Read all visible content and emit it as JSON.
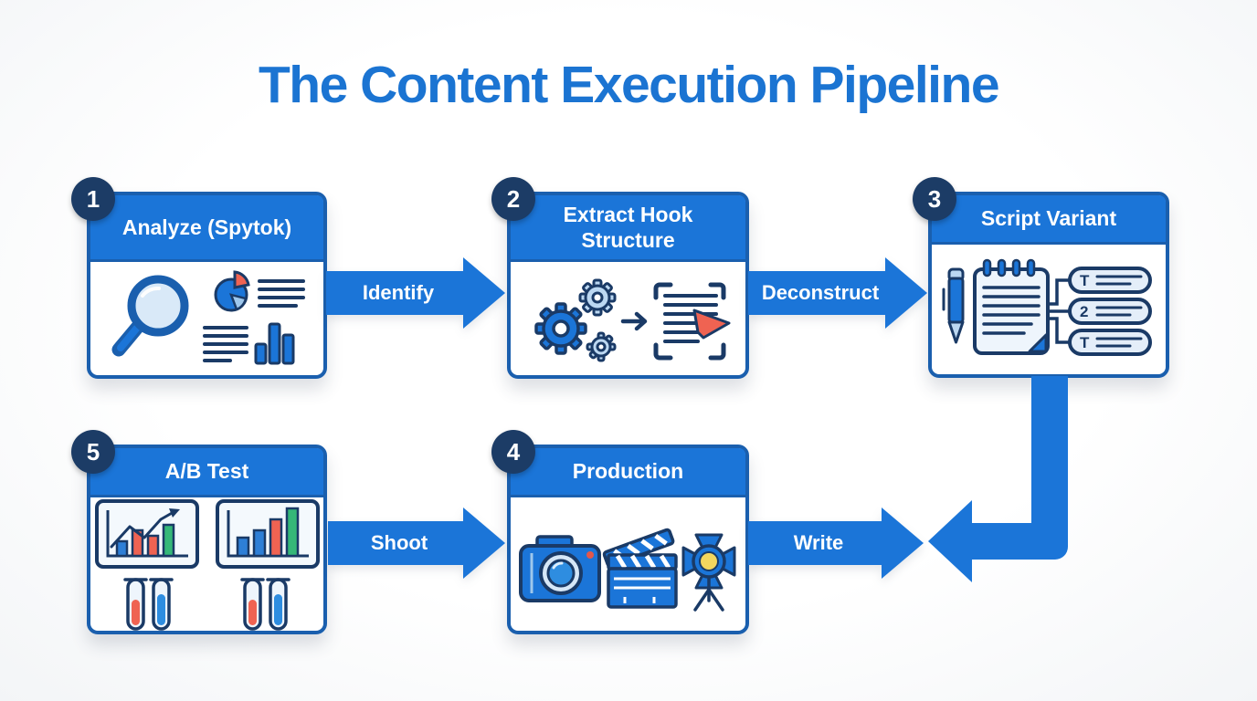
{
  "title": "The Content Execution Pipeline",
  "steps": [
    {
      "number": "1",
      "label": "Analyze (Spytok)",
      "icons": [
        "magnifying-glass-icon",
        "pie-chart-icon",
        "text-lines-icon",
        "bar-chart-icon"
      ]
    },
    {
      "number": "2",
      "label": "Extract Hook Structure",
      "icons": [
        "gears-icon",
        "arrow-right-icon",
        "framed-document-icon",
        "cursor-icon"
      ]
    },
    {
      "number": "3",
      "label": "Script Variant",
      "icons": [
        "pen-icon",
        "notepad-icon",
        "variant-tags-icon"
      ],
      "variant_tags": [
        "T",
        "2",
        "T"
      ]
    },
    {
      "number": "4",
      "label": "Production",
      "icons": [
        "camera-icon",
        "clapperboard-icon",
        "studio-light-icon"
      ]
    },
    {
      "number": "5",
      "label": "A/B Test",
      "icons": [
        "line-chart-icon",
        "bar-chart-icon",
        "test-tubes-icon"
      ]
    }
  ],
  "arrows": [
    {
      "label": "Identify"
    },
    {
      "label": "Deconstruct"
    },
    {
      "label": "Shoot"
    },
    {
      "label": "Write"
    }
  ],
  "colors": {
    "title_blue": "#1b74d2",
    "accent_blue": "#1b75d8",
    "border_blue": "#1a5fae",
    "badge_navy": "#1c3c66",
    "icon_navy": "#1a3a66",
    "icon_light_blue": "#bcd8f2",
    "red": "#ef6352",
    "green": "#35b878",
    "yellow": "#f4d65e"
  }
}
